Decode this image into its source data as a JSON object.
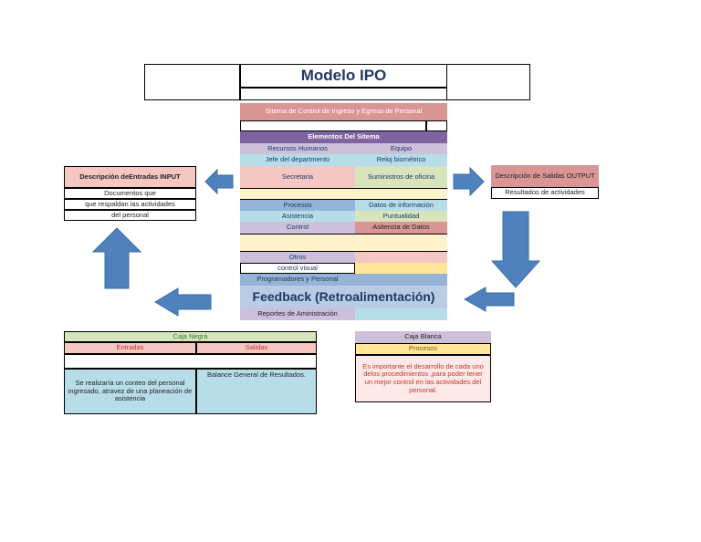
{
  "title": "Modelo IPO",
  "system": {
    "name": "Sitema de Control de Ingreso y Egreso de Personal",
    "elements_header": "Elementos Del Sitema",
    "rows": [
      [
        "Recursos Humanos",
        "Equipo"
      ],
      [
        "Jefe del departmento",
        "Reloj biométrico"
      ],
      [
        "Secretaria",
        "Suministros de oficina"
      ]
    ],
    "process_row": [
      "Procesos",
      "Datos de información"
    ],
    "attendance_row": [
      "Asistencia",
      "Puntualidad"
    ],
    "control_row": [
      "Control",
      "Asitencia de Datos"
    ],
    "others": [
      "Otros",
      "control visual",
      "Programadores y Personal"
    ],
    "feedback": "Feedback (Retroalimentación)",
    "reports": "Reportes de Aministración"
  },
  "input": {
    "header": "Descripción deEntradas INPUT",
    "lines": [
      "Documentos que",
      "que respaldan las actividades",
      "del personal"
    ]
  },
  "output": {
    "header": "Descripción de Salidas OUTPUT",
    "line": "Resultados de actividades"
  },
  "black_box": {
    "title": "Caja Negra",
    "inputs_label": "Entradas",
    "outputs_label": "Salidas",
    "inputs_text": "Se realizaría un conteo del personal ingresado, atravez de una planeación de asistencia",
    "outputs_text": "Balance General de Resultados."
  },
  "white_box": {
    "title": "Caja Blanca",
    "process_label": "Procesos",
    "text": "Es importante el desarrollo de cada uno delos procedimientos ,para poder tener un mejor control en las actividades del personal."
  },
  "colors": {
    "pink": "#f4c7c3",
    "salmon": "#d99694",
    "purple": "#8064a2",
    "lavender": "#ccc0da",
    "blue_gray": "#b8cce4",
    "light_blue": "#b7dde8",
    "mint": "#d7e4bc",
    "light_yellow": "#fff2cc",
    "yellow": "#ffe699",
    "arrow": "#4f81bd",
    "steel": "#95b3d7"
  }
}
